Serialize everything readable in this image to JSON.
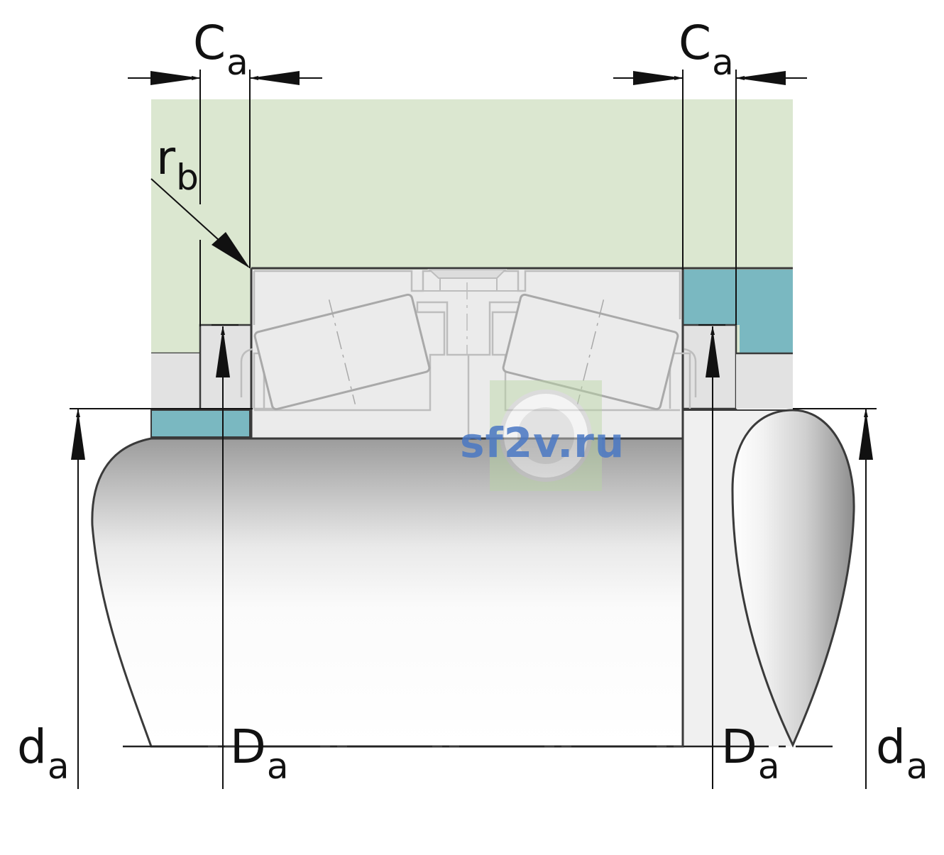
{
  "labels": {
    "ca_left": {
      "main": "C",
      "sub": "a"
    },
    "ca_right": {
      "main": "C",
      "sub": "a"
    },
    "rb": {
      "main": "r",
      "sub": "b"
    },
    "da_left": {
      "main": "d",
      "sub": "a"
    },
    "Da_left": {
      "main": "D",
      "sub": "a"
    },
    "Da_right": {
      "main": "D",
      "sub": "a"
    },
    "da_right": {
      "main": "d",
      "sub": "a"
    }
  },
  "watermark": "sf2v.ru",
  "colors": {
    "housing": "#dbe7d0",
    "bearing": "#ebebeb",
    "spacer": "#7ab8c1",
    "shaft_light": "#fcfcfc",
    "shaft_dark": "#9c9c9c",
    "line": "#3a3a3a"
  }
}
